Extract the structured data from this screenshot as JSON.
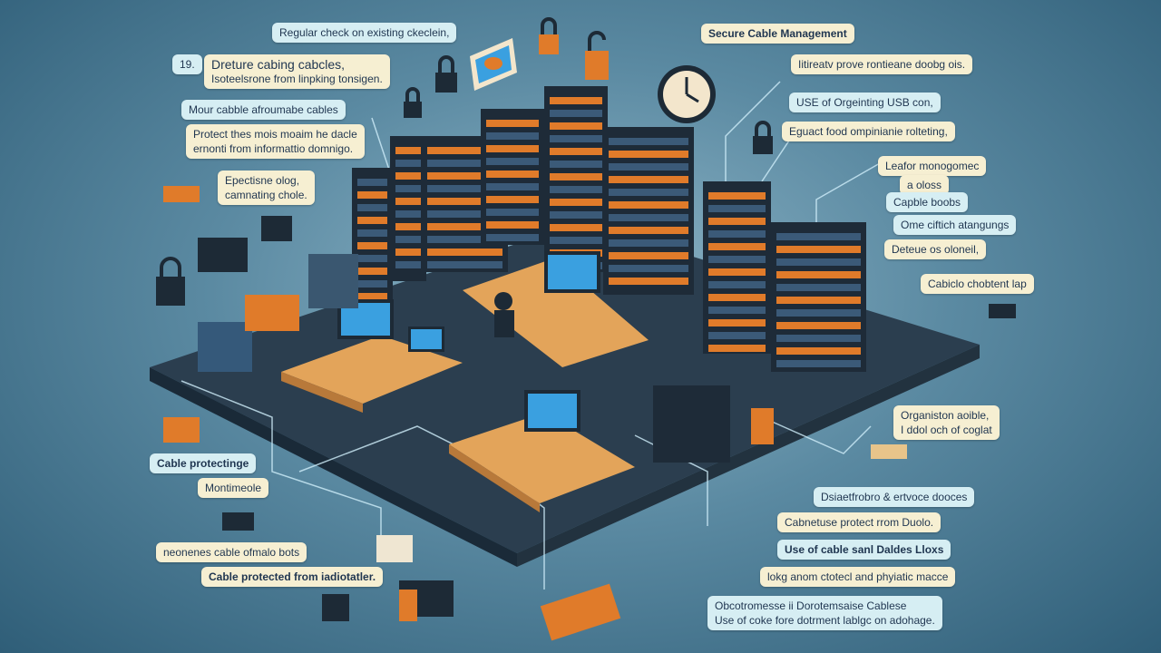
{
  "left_labels": {
    "regular_check": "Regular check on existing ckeclein,",
    "number": "19.",
    "dreture_title": "Dreture cabing cabcles,",
    "dreture_sub": "Isoteelsrone from linpking tonsigen.",
    "mour": "Mour cabble afroumabe cables",
    "protect_1": "Protect thes mois moaim he dacle",
    "protect_2": "ernonti from informattio domnigo.",
    "epect_1": "Epectisne olog,",
    "epect_2": "camnating chole.",
    "cable_protectinge": "Cable protectinge",
    "montimeole": "Montimeole",
    "neonenes": "neonenes cable ofmalo bots",
    "cable_protected": "Cable protected from iadiotatler."
  },
  "right_labels": {
    "secure": "Secure Cable Management",
    "iitireatv": "Iitireatv prove rontieane doobg ois.",
    "use_usb": "USE of Orgeinting USB con,",
    "eguact": "Eguact food ompinianie rolteting,",
    "leafor_1": "Leafor monogomec",
    "leafor_2": "a oloss",
    "capble": "Capble boobs",
    "ome": "Ome ciftich atangungs",
    "deteue": "Deteue os oloneil,",
    "cabiclo": "Cabiclo chobtent lap",
    "organiston_1": "Organiston aoible,",
    "organiston_2": "I ddol och of coglat",
    "dsiaetfrobro": "Dsiaetfrobro & ertvoce dooces",
    "cabnetuse": "Cabnetuse protect rrom Duolo.",
    "use_cable": "Use of cable sanl Daldes Lloxs",
    "lokg": "lokg anom ctotecl and phyiatic macce",
    "obcotromesse_1": "Obcotromesse ii Dorotemsaise Cablese",
    "obcotromesse_2": "Use of coke fore dotrment lablgc on adohage."
  },
  "colors": {
    "platform": "#2b3e4f",
    "rack": "#1e2b38",
    "accent": "#e07b2a",
    "desk": "#e3a45a",
    "screen": "#3aa0e0"
  }
}
